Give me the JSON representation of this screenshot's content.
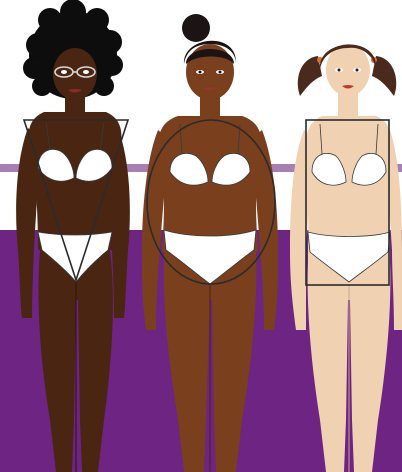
{
  "scene": {
    "colors": {
      "background_top": "#ffffff",
      "band": "#a77fb4",
      "floor": "#6e2483",
      "outline": "#3a3a3a",
      "underwear": "#ffffff"
    },
    "figures": [
      {
        "id": "figure-1",
        "skin": "#4a2512",
        "hair": "#0d0d0d",
        "hair_style": "afro",
        "accessory": "glasses",
        "shape_overlay": "inverted-triangle"
      },
      {
        "id": "figure-2",
        "skin": "#7a3f1d",
        "hair": "#1c1414",
        "hair_style": "top-bun",
        "accessory": "none",
        "shape_overlay": "oval"
      },
      {
        "id": "figure-3",
        "skin": "#f0d2b3",
        "hair": "#4a2a1c",
        "hair_style": "pigtails",
        "accessory": "hair-ties",
        "shape_overlay": "rectangle"
      }
    ]
  }
}
